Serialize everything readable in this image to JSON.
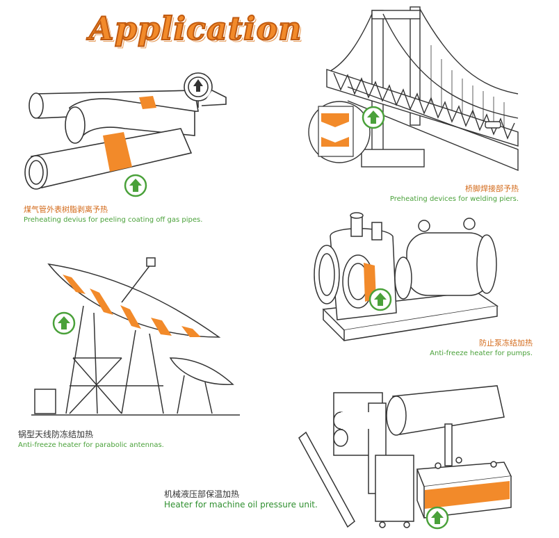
{
  "page": {
    "title": "Application"
  },
  "items": [
    {
      "zh": "煤气管外表树脂剥离予热",
      "en": "Preheating devius for peeling coating off gas pipes."
    },
    {
      "zh": "桥脚焊接部予热",
      "en": "Preheating devices for welding piers."
    },
    {
      "zh": "防止泵冻结加热",
      "en": "Anti-freeze heater for pumps."
    },
    {
      "zh": "锅型天线防冻结加热",
      "en": "Anti-freeze heater for parabolic antennas."
    },
    {
      "zh": "机械液压部保温加热",
      "en": "Heater for machine oil pressure unit."
    }
  ],
  "colors": {
    "accent": "#f28a2a",
    "green": "#4aa13a",
    "line": "#333333"
  }
}
